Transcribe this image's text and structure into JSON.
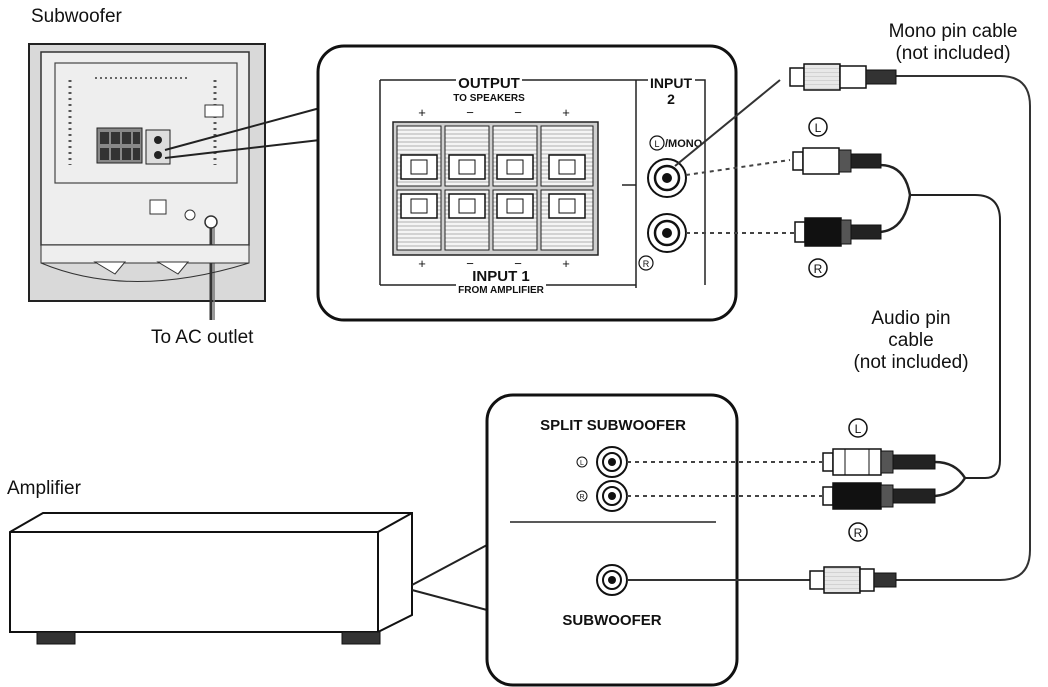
{
  "labels": {
    "subwoofer": "Subwoofer",
    "ac_outlet": "To AC outlet",
    "amplifier": "Amplifier",
    "mono_cable_line1": "Mono pin cable",
    "mono_cable_line2": "(not included)",
    "audio_cable_line1": "Audio pin",
    "audio_cable_line2": "cable",
    "audio_cable_line3": "(not included)"
  },
  "subwoofer_panel": {
    "output_title": "OUTPUT",
    "output_sub": "TO SPEAKERS",
    "input1_title": "INPUT 1",
    "input1_sub": "FROM AMPLIFIER",
    "input2_title": "INPUT",
    "input2_num": "2",
    "mono_label": "/MONO",
    "left_mark": "L",
    "right_mark": "R",
    "plus": "+",
    "minus": "−"
  },
  "amplifier_panel": {
    "split_title": "SPLIT SUBWOOFER",
    "sub_title": "SUBWOOFER",
    "left_mark": "L",
    "right_mark": "R"
  },
  "cable_marks": {
    "left": "L",
    "right": "R"
  }
}
